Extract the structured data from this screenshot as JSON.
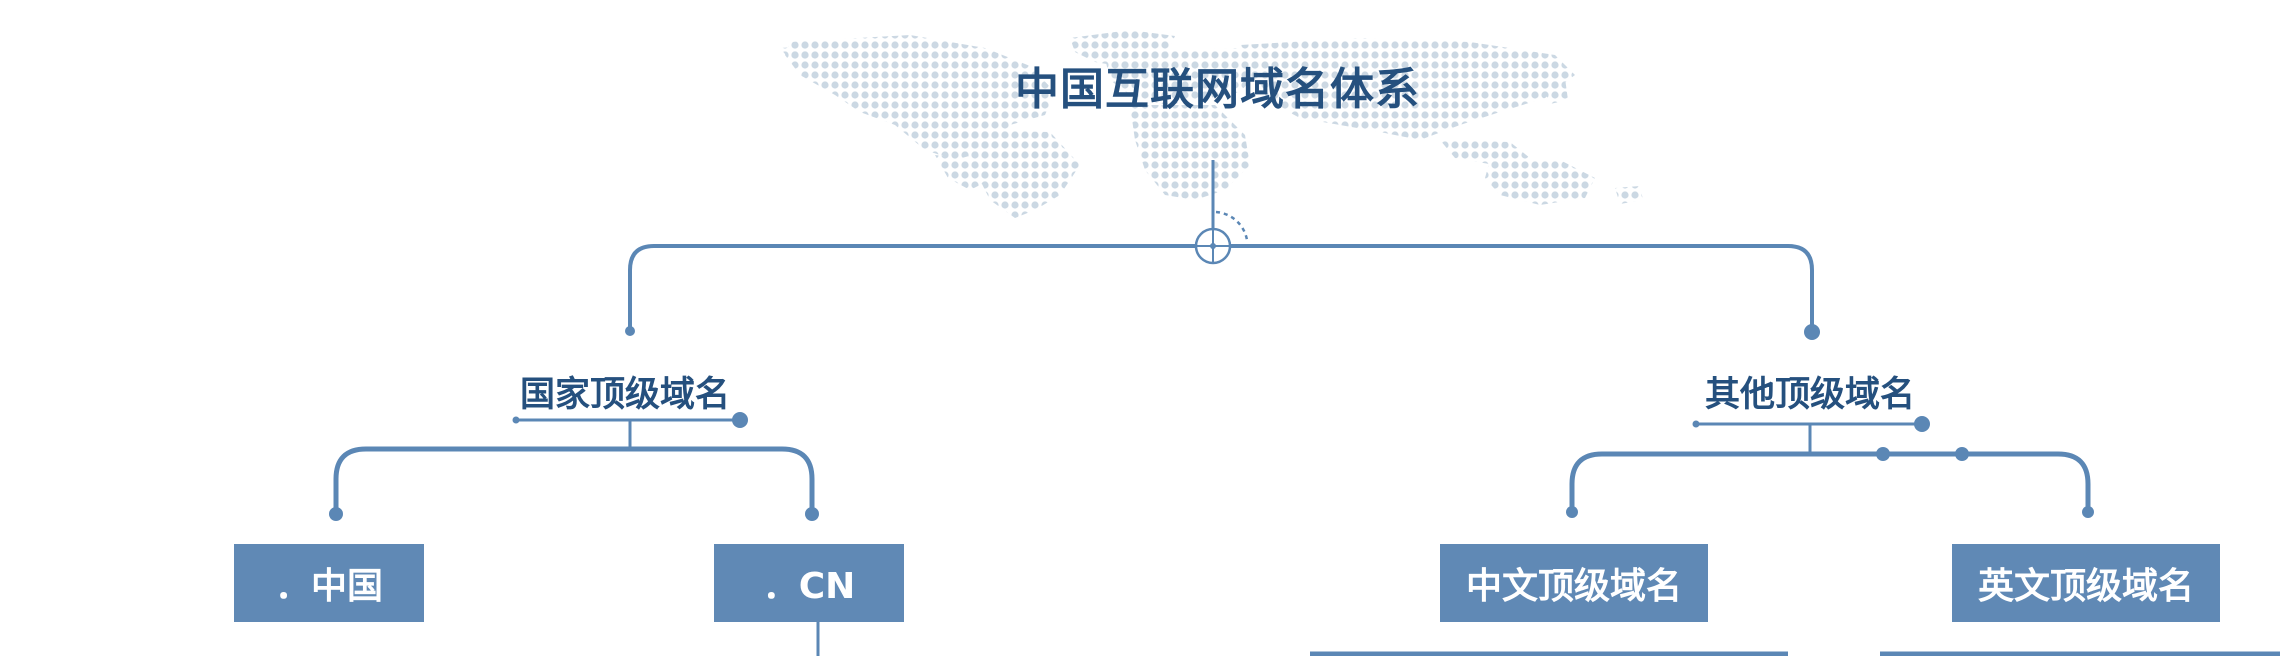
{
  "diagram": {
    "title": "中国互联网域名体系",
    "categories": {
      "national": "国家顶级域名",
      "other": "其他顶级域名"
    },
    "leaves": {
      "zhongguo": "．中国",
      "cn": "．CN",
      "chinese_tld": "中文顶级域名",
      "english_tld": "英文顶级域名"
    }
  },
  "colors": {
    "primary_line": "#5b87b5",
    "title_text": "#25507e",
    "box_fill": "#6089b5",
    "box_text": "#ffffff",
    "map_fill": "#c9d6e2"
  },
  "icons": {
    "map": "world-map-dotted",
    "center_marker": "crosshair-circle-icon"
  }
}
